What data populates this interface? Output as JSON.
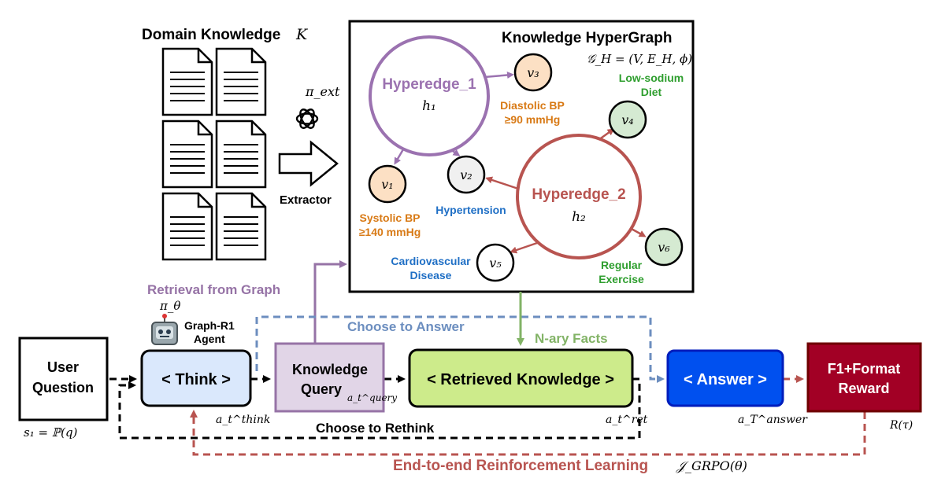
{
  "domain_knowledge": {
    "title": "Domain Knowledge",
    "symbol": "K"
  },
  "extractor": {
    "symbol": "π_ext",
    "label": "Extractor"
  },
  "hypergraph": {
    "title": "Knowledge HyperGraph",
    "formula": "𝒢_H = (V, E_H, ϕ)",
    "hyperedges": [
      {
        "name": "Hyperedge_1",
        "symbol": "h₁",
        "color": "#9b72b0"
      },
      {
        "name": "Hyperedge_2",
        "symbol": "h₂",
        "color": "#b85450"
      }
    ],
    "nodes": [
      {
        "id": "v₁",
        "label_lines": [
          "Systolic BP",
          "≥140 mmHg"
        ],
        "fill": "#fce0c4",
        "label_color": "#d87a16"
      },
      {
        "id": "v₂",
        "label_lines": [
          "Hypertension"
        ],
        "fill": "#f0f0f0",
        "label_color": "#1f6fc5"
      },
      {
        "id": "v₃",
        "label_lines": [
          "Diastolic BP",
          "≥90 mmHg"
        ],
        "fill": "#fce0c4",
        "label_color": "#d87a16"
      },
      {
        "id": "v₄",
        "label_lines": [
          "Low-sodium",
          "Diet"
        ],
        "fill": "#d5ead2",
        "label_color": "#2e9e2e"
      },
      {
        "id": "v₅",
        "label_lines": [
          "Cardiovascular",
          "Disease"
        ],
        "fill": "#ffffff",
        "label_color": "#1f6fc5"
      },
      {
        "id": "v₆",
        "label_lines": [
          "Regular",
          "Exercise"
        ],
        "fill": "#d5ead2",
        "label_color": "#2e9e2e"
      }
    ]
  },
  "flow": {
    "retrieval_label": "Retrieval from Graph",
    "choose_answer": "Choose to Answer",
    "choose_rethink": "Choose to Rethink",
    "nary_facts": "N-ary Facts",
    "rl_label": "End-to-end Reinforcement Learning",
    "rl_symbol": "𝒥_GRPO(θ)"
  },
  "agent": {
    "policy": "π_θ",
    "name_lines": [
      "Graph-R1",
      "Agent"
    ]
  },
  "boxes": {
    "user_question": {
      "lines": [
        "User",
        "Question"
      ],
      "state": "s₁ = ℙ(q)"
    },
    "think": {
      "label": "< Think >",
      "sub": "a_t^think",
      "fill": "#dae8fc",
      "stroke": "#6c8ebf"
    },
    "query": {
      "lines": [
        "Knowledge",
        "Query"
      ],
      "sub": "a_t^query",
      "fill": "#e1d5e7",
      "stroke": "#9673a6"
    },
    "retrieved": {
      "label": "< Retrieved Knowledge >",
      "sub": "a_t^ret",
      "fill": "#cdeb8b",
      "stroke": "#82b366"
    },
    "answer": {
      "label": "< Answer >",
      "sub": "a_T^answer",
      "fill": "#0050ef",
      "stroke": "#001dbc"
    },
    "reward": {
      "lines": [
        "F1+Format",
        "Reward"
      ],
      "sub": "R(τ)",
      "fill": "#a20025",
      "stroke": "#6f0000"
    }
  },
  "colors": {
    "purple": "#9673a6",
    "blue": "#6c8ebf",
    "green": "#82b366",
    "red": "#b85450"
  }
}
